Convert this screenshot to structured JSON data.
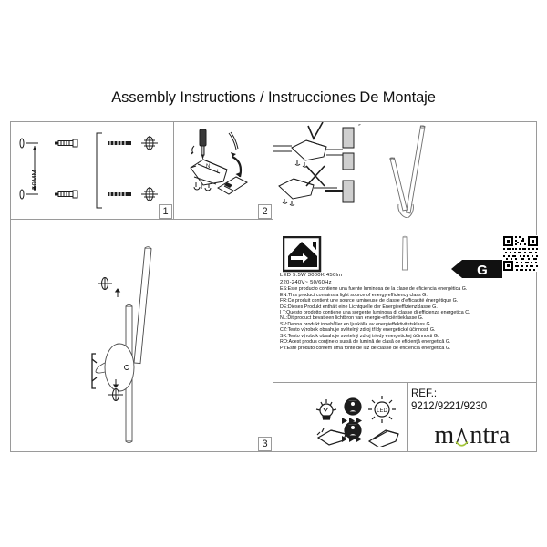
{
  "document": {
    "title": "Assembly Instructions / Instrucciones De Montaje"
  },
  "panels": {
    "step1": {
      "number": "1",
      "dimension_label": "50MM"
    },
    "step2": {
      "number": "2"
    },
    "step3": {
      "number": "3"
    }
  },
  "spec": {
    "lamp_line": "LED  5.5W   3000K   450lm",
    "voltage_line": "220-240V~  50/60Hz",
    "energy_class": "G",
    "languages": [
      "ES:Este producto contiene una fuente luminosa de la clase de eficiencia energética G.",
      "EN:This product contains a light source of energy efficiency class G.",
      "FR:Ce produit contient une source lumineuse de classe d'efficacité énergétique G.",
      "DE:Dieses Produkt enthält eine Lichtquelle der Energieeffizienzklasse G.",
      "I T:Questo prodotto contiene una sorgente luminosa di classe di efficienza energetica C.",
      "NL:Dit product bevat een lichtbron van energie-efficiëntieklasse G.",
      "SV:Denna produkt innehåller en ljuskälla av energieffektivitetsklass G.",
      "CZ:Tento výrobek obsahuje světelný zdroj třídy energetické účinnosti G.",
      "SK:Tento výrobok obsahuje svetelný zdroj triedy energetickej účinnosti G.",
      "RO:Acest produs conţine o sursă de lumină de clasă de eficienţă energetică G.",
      "PT:Este produto contém uma fonte de luz de classe de eficiência energética G."
    ]
  },
  "reference": {
    "label": "REF.:",
    "value": "9212/9221/9230"
  },
  "brand": {
    "name_part1": "m",
    "name_part2": "ntra",
    "accent_color": "#a4c639"
  },
  "colors": {
    "line": "#9a9a9a",
    "ink": "#1d1d1d",
    "logo_green": "#a4c639"
  }
}
